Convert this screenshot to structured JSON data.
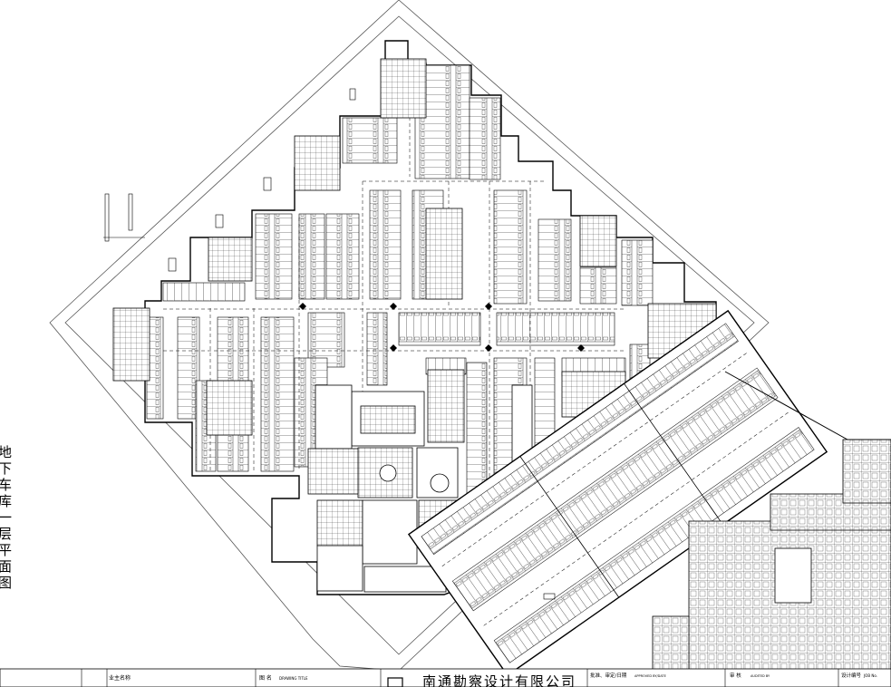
{
  "side_title": "地下车库一层平面图",
  "title_block": {
    "owner_label": "业主名称",
    "drawing_title_label": "图  名",
    "drawing_title_en": "DRAWING TITLE",
    "company_name": "南通勘察设计有限公司",
    "approved_label": "批准、审定/日期",
    "approved_en": "APPROVED BY/DATE",
    "audited_label": "审  核",
    "audited_en": "AUDITED BY",
    "job_no_label": "设计编号",
    "job_no_en": "JOB No."
  },
  "colors": {
    "line": "#000000",
    "paper": "#ffffff",
    "site_boundary": "#555555"
  }
}
